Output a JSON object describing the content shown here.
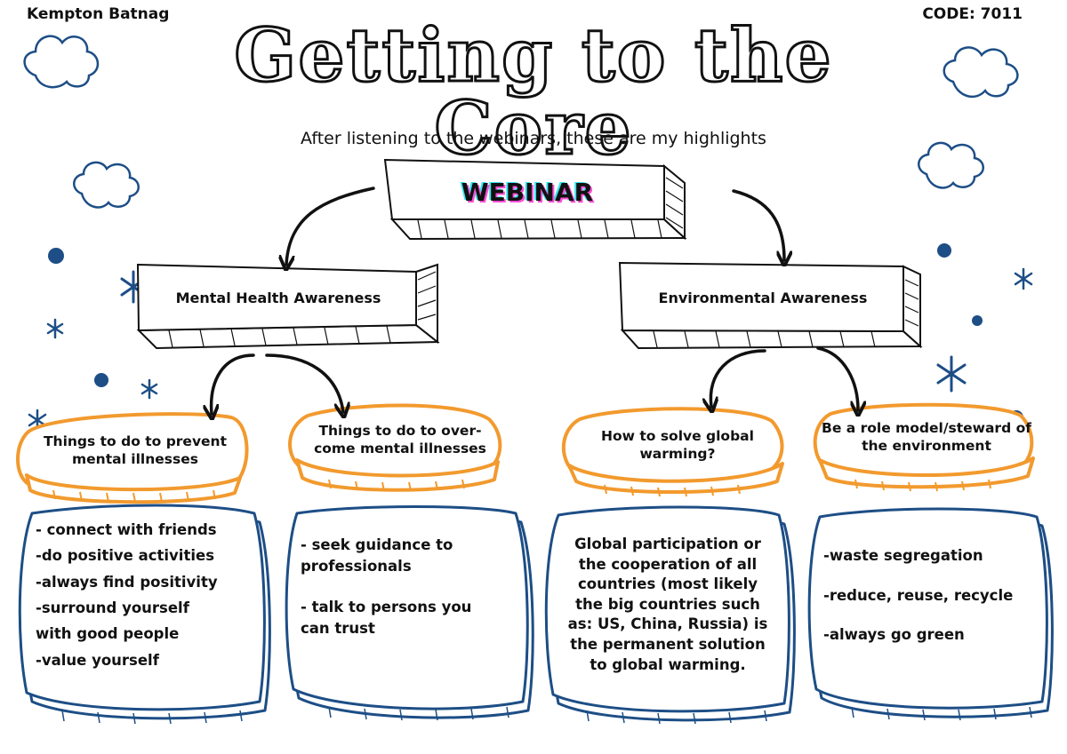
{
  "header": {
    "author": "Kempton Batnag",
    "code": "CODE: 7011"
  },
  "title": "Getting to the Core",
  "subtitle": "After listening to the webinars, these are my highlights",
  "center": {
    "label": "WEBINAR"
  },
  "branches": [
    {
      "label": "Mental Health Awareness"
    },
    {
      "label": "Environmental Awareness"
    }
  ],
  "subtopics": [
    {
      "label": "Things to do to prevent mental illnesses"
    },
    {
      "label": "Things to do to over-come mental illnesses"
    },
    {
      "label": "How to solve global warming?"
    },
    {
      "label": "Be a role model/steward of the environment"
    }
  ],
  "notes": [
    {
      "lines": [
        "- connect with friends",
        "-do positive activities",
        "-always find positivity",
        "-surround yourself",
        "with good people",
        "-value yourself"
      ]
    },
    {
      "lines": [
        "- seek guidance to",
        "professionals",
        "",
        "- talk to persons you",
        "can trust"
      ]
    },
    {
      "lines": [
        "Global participation or",
        "the cooperation of all",
        "countries (most likely",
        "the big countries such",
        "as: US, China, Russia) is",
        "the permanent solution",
        "to global warming."
      ]
    },
    {
      "lines": [
        "-waste segregation",
        "-reduce, reuse, recycle",
        "-always go green"
      ]
    }
  ],
  "colors": {
    "blue": "#1d4e86",
    "orange": "#f29a2e",
    "dark": "#111111"
  }
}
